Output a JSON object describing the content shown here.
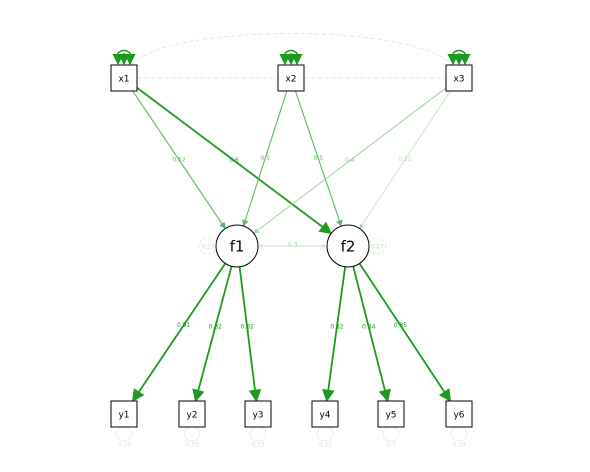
{
  "diagram": {
    "type": "path-diagram",
    "colors": {
      "positive_strong": "#1e9a1e",
      "positive_weak": "#8ccf8c",
      "faint": "#cfe8cf",
      "node_stroke": "#000000"
    },
    "observed_exogenous": [
      {
        "id": "x1",
        "label": "x1"
      },
      {
        "id": "x2",
        "label": "x2"
      },
      {
        "id": "x3",
        "label": "x3"
      }
    ],
    "latent": [
      {
        "id": "f1",
        "label": "f1"
      },
      {
        "id": "f2",
        "label": "f2"
      }
    ],
    "observed_indicators": [
      {
        "id": "y1",
        "label": "y1"
      },
      {
        "id": "y2",
        "label": "y2"
      },
      {
        "id": "y3",
        "label": "y3"
      },
      {
        "id": "y4",
        "label": "y4"
      },
      {
        "id": "y5",
        "label": "y5"
      },
      {
        "id": "y6",
        "label": "y6"
      }
    ],
    "regressions": [
      {
        "from": "x1",
        "to": "f1",
        "label": "0.52",
        "strength": 0.5
      },
      {
        "from": "x1",
        "to": "f2",
        "label": "0.6",
        "strength": 0.8
      },
      {
        "from": "x2",
        "to": "f1",
        "label": "0.5",
        "strength": 0.45
      },
      {
        "from": "x2",
        "to": "f2",
        "label": "0.5",
        "strength": 0.45
      },
      {
        "from": "x3",
        "to": "f1",
        "label": "0.4",
        "strength": 0.35
      },
      {
        "from": "x3",
        "to": "f2",
        "label": "0.25",
        "strength": 0.2
      }
    ],
    "loadings": [
      {
        "from": "f1",
        "to": "y1",
        "label": "0.91",
        "strength": 0.95
      },
      {
        "from": "f1",
        "to": "y2",
        "label": "0.82",
        "strength": 0.9
      },
      {
        "from": "f1",
        "to": "y3",
        "label": "0.82",
        "strength": 0.9
      },
      {
        "from": "f2",
        "to": "y4",
        "label": "0.82",
        "strength": 0.9
      },
      {
        "from": "f2",
        "to": "y5",
        "label": "0.84",
        "strength": 0.9
      },
      {
        "from": "f2",
        "to": "y6",
        "label": "0.85",
        "strength": 0.92
      }
    ],
    "latent_covariance": {
      "a": "f1",
      "b": "f2",
      "label": "0.3"
    },
    "exogenous_covariances": [
      {
        "a": "x1",
        "b": "x2",
        "label": ""
      },
      {
        "a": "x2",
        "b": "x3",
        "label": ""
      },
      {
        "a": "x1",
        "b": "x3",
        "label": ""
      }
    ],
    "latent_residuals": [
      {
        "node": "f1",
        "label": "0.27"
      },
      {
        "node": "f2",
        "label": "0.27"
      }
    ],
    "indicator_residuals": [
      {
        "node": "y1",
        "label": "0.16"
      },
      {
        "node": "y2",
        "label": "0.33"
      },
      {
        "node": "y3",
        "label": "0.33"
      },
      {
        "node": "y4",
        "label": "0.33"
      },
      {
        "node": "y5",
        "label": "0.3"
      },
      {
        "node": "y6",
        "label": "0.28"
      }
    ]
  }
}
